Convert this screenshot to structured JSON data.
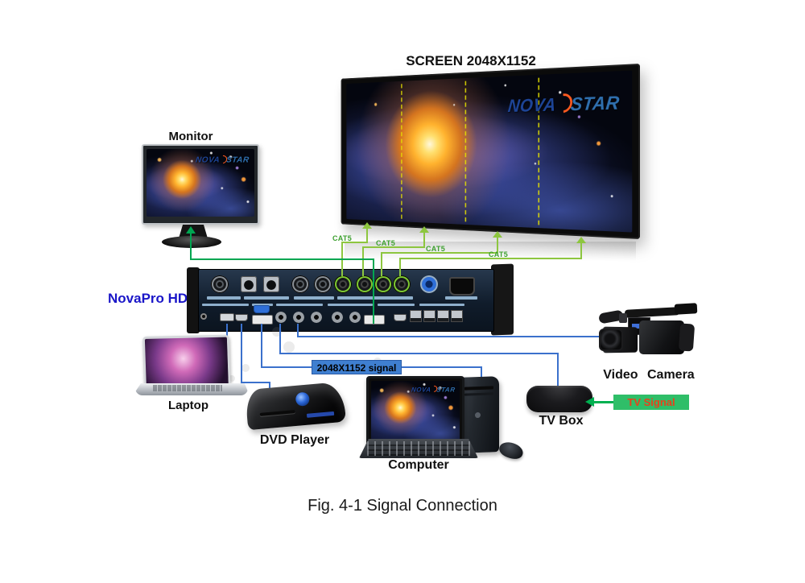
{
  "figure": {
    "screen_title": "SCREEN 2048X1152",
    "caption": "Fig. 4-1 Signal Connection"
  },
  "processor": {
    "name": "NovaPro HD"
  },
  "brand": {
    "part1": "NOVA",
    "part2": "STAR"
  },
  "devices": {
    "monitor": {
      "label": "Monitor"
    },
    "laptop": {
      "label": "Laptop"
    },
    "dvd_player": {
      "label": "DVD Player"
    },
    "computer": {
      "label": "Computer"
    },
    "tv_box": {
      "label": "TV Box"
    },
    "video_camera": {
      "label": "Video Camera"
    }
  },
  "connections": {
    "cat5_labels": [
      "CAT5",
      "CAT5",
      "CAT5",
      "CAT5"
    ],
    "signal_label": "2048X1152 signal",
    "tv_signal_label": "TV Signal"
  },
  "colors": {
    "cat5_line": "#8dc63f",
    "cat5_text": "#3da02f",
    "monitor_line": "#00a651",
    "signal_line": "#3b71cc",
    "tv_arrow": "#00b050",
    "signal_label_bg": "#3f7fd0",
    "tv_label_bg": "#2fbe68",
    "tv_label_text": "#e8401c",
    "novapro_label": "#1a16c8"
  }
}
